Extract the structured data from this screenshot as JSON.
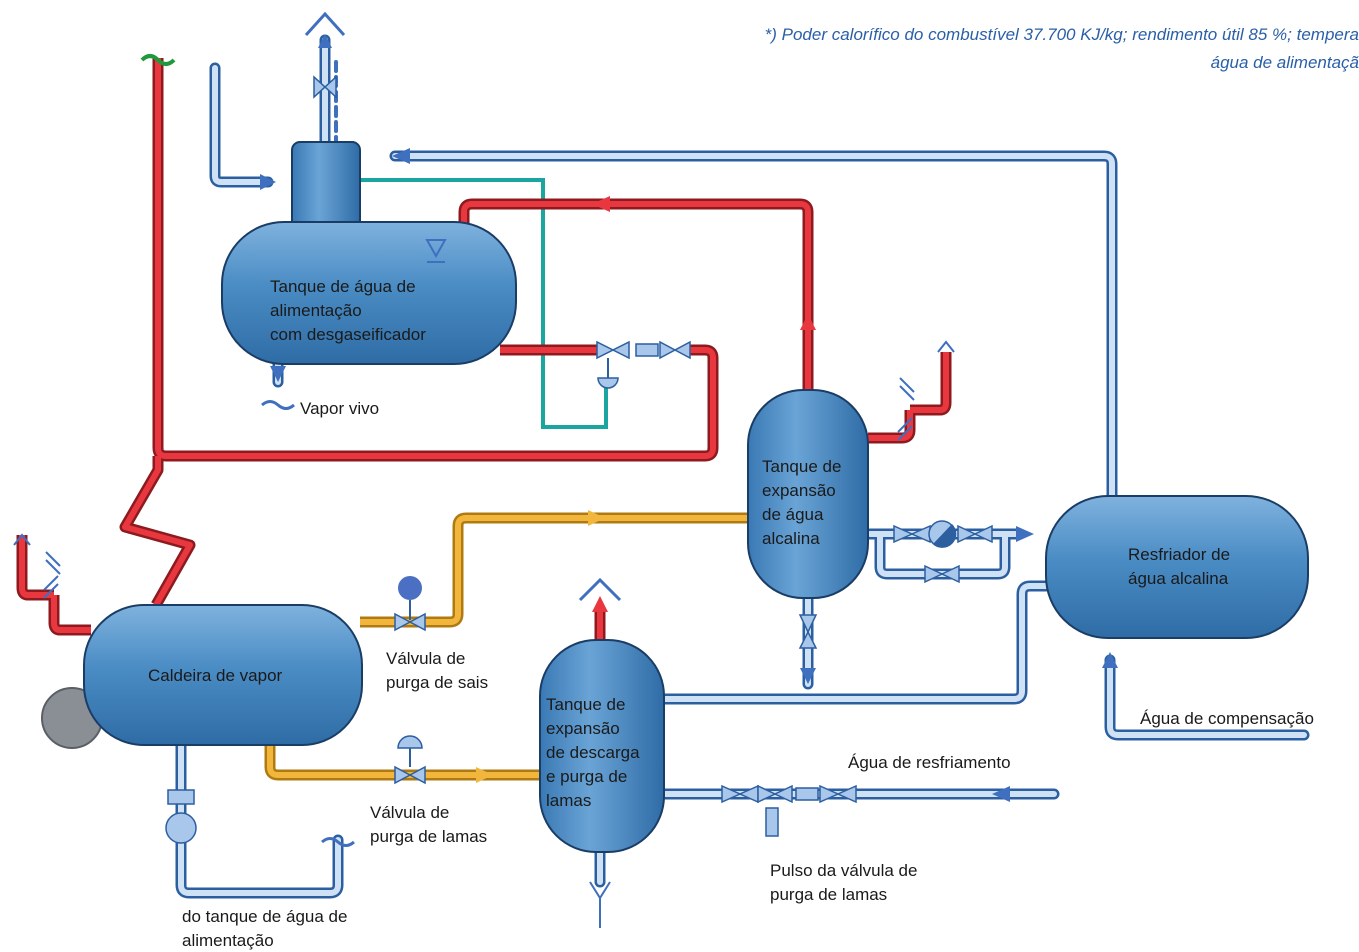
{
  "note": {
    "line1": "*) Poder calorífico do combustível 37.700 KJ/kg; rendimento útil 85 %; tempera",
    "line2": "água de alimentaçã"
  },
  "tanks": {
    "feedwater": [
      "Tanque de água de",
      "alimentação",
      "com desgaseificador"
    ],
    "expansion_alkaline": [
      "Tanque de",
      "expansão",
      "de água",
      "alcalina"
    ],
    "cooler": [
      "Resfriador de",
      "água alcalina"
    ],
    "boiler": [
      "Caldeira de vapor"
    ],
    "blowdown": [
      "Tanque de",
      "expansão",
      "de descarga",
      "e purga de",
      "lamas"
    ]
  },
  "labels": {
    "live_steam": "Vapor vivo",
    "salt_valve": [
      "Válvula de",
      "purga de sais"
    ],
    "sludge_valve": [
      "Válvula de",
      "purga de lamas"
    ],
    "from_feed_tank": [
      "do tanque de água de",
      "alimentação"
    ],
    "cooling_water": "Água de resfriamento",
    "makeup_water": "Água de compensação",
    "pulse_valve": [
      "Pulso da válvula de",
      "purga de lamas"
    ]
  },
  "colors": {
    "tank_fill": "#4a8cc4",
    "pipe_water": "#9cc3e6",
    "pipe_outline": "#2c5fa0",
    "pipe_steam": "#e8373e",
    "pipe_blowdown": "#f2b63c",
    "pipe_control": "#1aa5a0",
    "arrow_blue": "#3f6fbf"
  }
}
